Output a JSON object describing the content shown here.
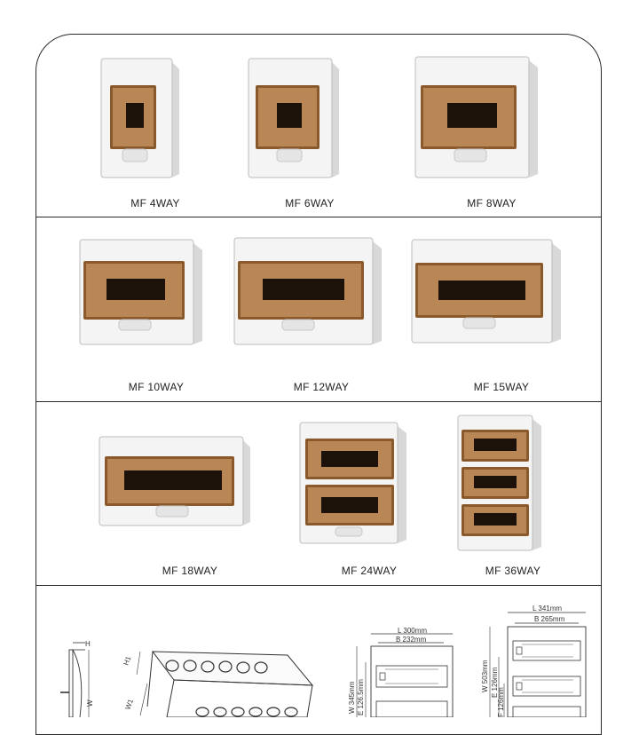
{
  "products": [
    {
      "label": "MF 4WAY"
    },
    {
      "label": "MF 6WAY"
    },
    {
      "label": "MF 8WAY"
    },
    {
      "label": "MF 10WAY"
    },
    {
      "label": "MF 12WAY"
    },
    {
      "label": "MF 15WAY"
    },
    {
      "label": "MF 18WAY"
    },
    {
      "label": "MF 24WAY"
    },
    {
      "label": "MF 36WAY"
    }
  ],
  "drawings": {
    "side": {
      "h": "H",
      "w": "W"
    },
    "iso": {
      "h": "H1",
      "w": "W1"
    },
    "front_a": {
      "length": "L 300mm",
      "b": "B 232mm",
      "width": "W 345mm",
      "e": "E 126.5mm"
    },
    "front_b": {
      "length": "L 341mm",
      "b": "B 265mm",
      "width": "W 503mm",
      "e": "E 126mm",
      "f": "F 126mm"
    }
  }
}
